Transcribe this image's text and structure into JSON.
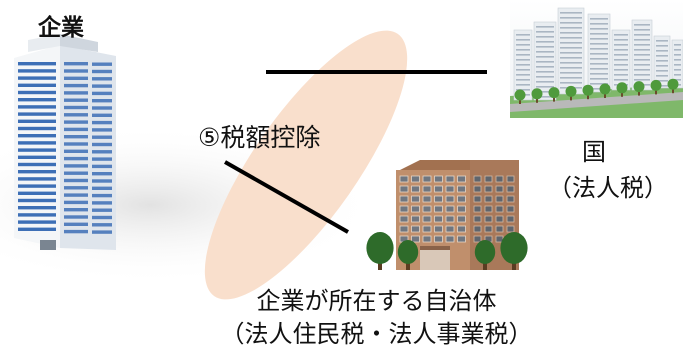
{
  "company": {
    "label": "企業"
  },
  "step": {
    "label": "⑤税額控除"
  },
  "nation": {
    "label": "国",
    "sublabel": "（法人税）"
  },
  "local_government": {
    "label": "企業が所在する自治体",
    "sublabel": "（法人住民税・法人事業税）"
  },
  "colors": {
    "ellipse": "#f9dfcc",
    "office_glass": "#3d6fb6",
    "city_hall_brick": "#b98764",
    "tree": "#2e6b2a",
    "connector": "#000000"
  }
}
